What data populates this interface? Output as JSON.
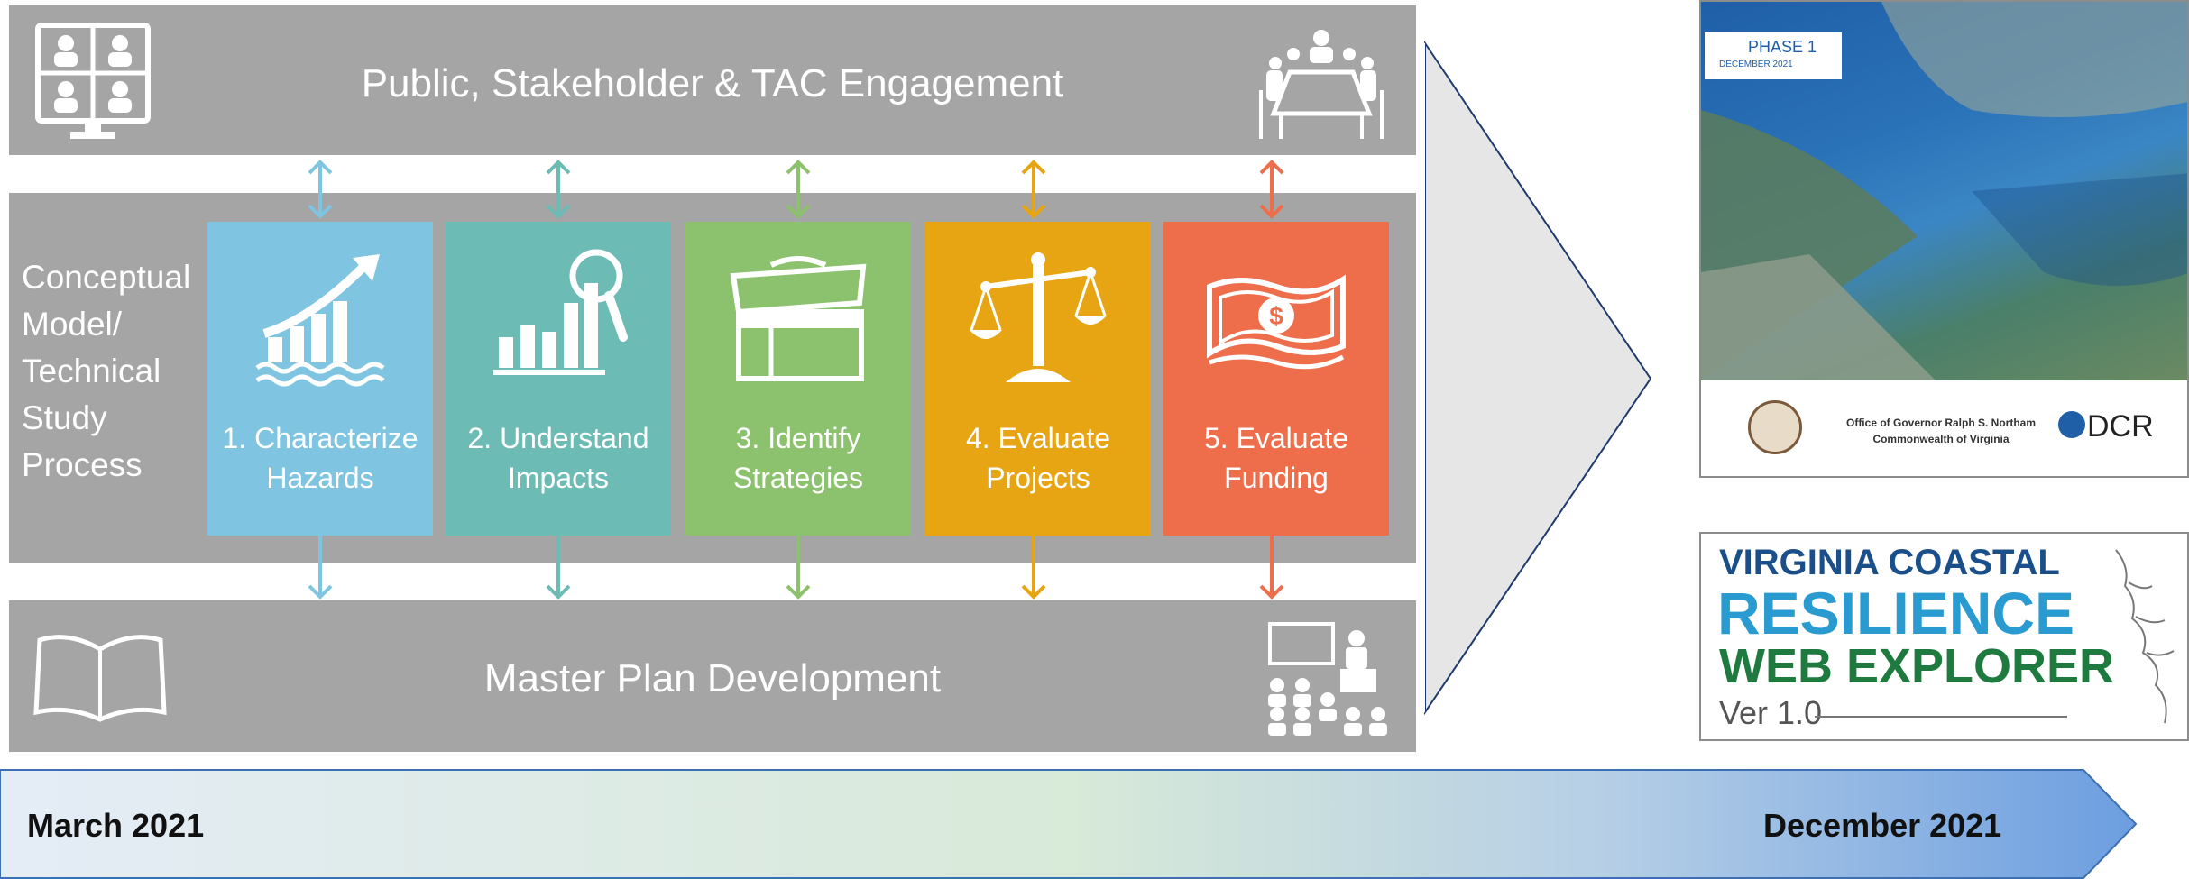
{
  "engagement": {
    "title": "Public, Stakeholder & TAC Engagement"
  },
  "process": {
    "side_label": "Conceptual\nModel/\nTechnical\nStudy\nProcess",
    "steps": [
      {
        "label": "1. Characterize\nHazards",
        "color": "#7fc4e0",
        "arrow_color": "#7fc4e0",
        "icon": "rising-chart-waves-icon"
      },
      {
        "label": "2. Understand\nImpacts",
        "color": "#6cbbb4",
        "arrow_color": "#6cbbb4",
        "icon": "bar-chart-magnifier-icon"
      },
      {
        "label": "3. Identify\nStrategies",
        "color": "#8cc26e",
        "arrow_color": "#8cc26e",
        "icon": "toolbox-icon"
      },
      {
        "label": "4. Evaluate\nProjects",
        "color": "#e8a513",
        "arrow_color": "#e8a513",
        "icon": "balance-scale-icon"
      },
      {
        "label": "5. Evaluate\nFunding",
        "color": "#ee6e4c",
        "arrow_color": "#ee6e4c",
        "icon": "dollar-bill-icon"
      }
    ]
  },
  "master_plan": {
    "title": "Master Plan Development"
  },
  "cover": {
    "phase": "PHASE 1",
    "date": "DECEMBER 2021",
    "office": "Office of Governor Ralph S. Northam\nCommonwealth of Virginia",
    "dcr": "DCR"
  },
  "explorer": {
    "line1": "VIRGINIA COASTAL",
    "line2": "RESILIENCE",
    "line3": "WEB EXPLORER",
    "version": "Ver 1.0"
  },
  "timeline": {
    "start": "March 2021",
    "end": "December 2021"
  },
  "colors": {
    "band": "#a5a5a5",
    "chevron": "#e6e6e6",
    "timeline_start": "#e4ecf6",
    "timeline_mid": "#d8ead8",
    "timeline_end": "#6c9ee0"
  }
}
